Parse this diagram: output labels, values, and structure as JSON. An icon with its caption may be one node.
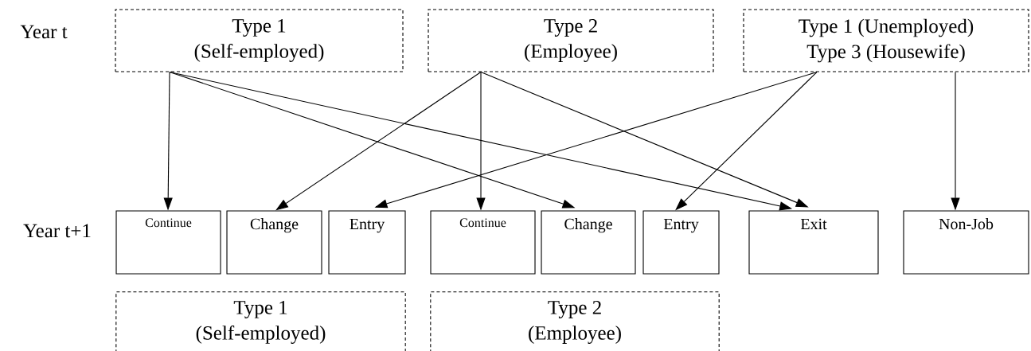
{
  "diagram": {
    "nodes": [
      {
        "text": [
          "Type 1",
          "(Self-employed)"
        ]
      },
      {
        "text": [
          "Type 2",
          "(Employee)"
        ]
      },
      {
        "text": [
          "Type 1 (Unemployed)",
          "Type 3 (Housewife)"
        ]
      },
      {
        "text": [
          "Continue"
        ]
      },
      {
        "text": [
          "Change"
        ]
      },
      {
        "text": [
          "Entry"
        ]
      },
      {
        "text": [
          "Continue"
        ]
      },
      {
        "text": [
          "Change"
        ]
      },
      {
        "text": [
          "Entry"
        ]
      },
      {
        "text": [
          "Exit"
        ]
      },
      {
        "text": [
          "Non-Job"
        ]
      },
      {
        "text": [
          "Type 1",
          "(Self-employed)"
        ]
      },
      {
        "text": [
          "Type 2",
          "(Employee)"
        ]
      }
    ],
    "edges": [
      {
        "from": 0,
        "to": 3,
        "arrow": "to"
      },
      {
        "from": 0,
        "to": 7,
        "arrow": "to"
      },
      {
        "from": 0,
        "to": 9,
        "arrow": "to"
      },
      {
        "from": 1,
        "to": 4,
        "arrow": "to"
      },
      {
        "from": 1,
        "to": 6,
        "arrow": "to"
      },
      {
        "from": 1,
        "to": 9,
        "arrow": "to"
      },
      {
        "from": 2,
        "to": 5,
        "arrow": "to"
      },
      {
        "from": 2,
        "to": 8,
        "arrow": "to"
      },
      {
        "from": 2,
        "to": 10,
        "arrow": "to"
      }
    ],
    "labels": [
      "Year t",
      "Year t+1"
    ]
  }
}
